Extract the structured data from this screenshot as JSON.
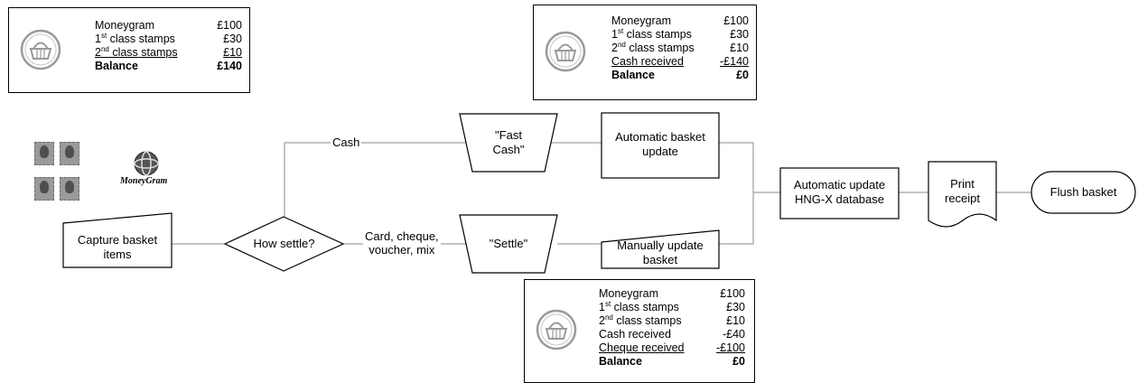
{
  "nodes": {
    "capture": "Capture basket\nitems",
    "decision": "How settle?",
    "fast_cash": "\"Fast\nCash\"",
    "settle": "\"Settle\"",
    "auto_basket": "Automatic basket\nupdate",
    "manual_basket": "Manually update\nbasket",
    "auto_db": "Automatic update\nHNG-X database",
    "print": "Print\nreceipt",
    "flush": "Flush basket"
  },
  "edges": {
    "cash": "Cash",
    "card": "Card, cheque,\nvoucher, mix"
  },
  "logo": {
    "moneygram_text": "MoneyGram"
  },
  "receipts": {
    "initial": {
      "rows": [
        {
          "label": "Moneygram",
          "sup": "",
          "rest": "",
          "amount": "£100",
          "style": ""
        },
        {
          "label": "1",
          "sup": "st",
          "rest": " class stamps",
          "amount": "£30",
          "style": ""
        },
        {
          "label": "2",
          "sup": "nd",
          "rest": " class stamps",
          "amount": "£10",
          "style": "ul"
        },
        {
          "label": "Balance",
          "sup": "",
          "rest": "",
          "amount": "£140",
          "style": "bold"
        }
      ]
    },
    "cash": {
      "rows": [
        {
          "label": "Moneygram",
          "sup": "",
          "rest": "",
          "amount": "£100",
          "style": ""
        },
        {
          "label": "1",
          "sup": "st",
          "rest": " class stamps",
          "amount": "£30",
          "style": ""
        },
        {
          "label": "2",
          "sup": "nd",
          "rest": " class stamps",
          "amount": "£10",
          "style": ""
        },
        {
          "label": "Cash received",
          "sup": "",
          "rest": "",
          "amount": "-£140",
          "style": "ul"
        },
        {
          "label": "Balance",
          "sup": "",
          "rest": "",
          "amount": "£0",
          "style": "bold"
        }
      ]
    },
    "settle": {
      "rows": [
        {
          "label": "Moneygram",
          "sup": "",
          "rest": "",
          "amount": "£100",
          "style": ""
        },
        {
          "label": "1",
          "sup": "st",
          "rest": " class stamps",
          "amount": "£30",
          "style": ""
        },
        {
          "label": "2",
          "sup": "nd",
          "rest": " class stamps",
          "amount": "£10",
          "style": ""
        },
        {
          "label": "Cash received",
          "sup": "",
          "rest": "",
          "amount": "-£40",
          "style": ""
        },
        {
          "label": "Cheque received",
          "sup": "",
          "rest": "",
          "amount": "-£100",
          "style": "ul"
        },
        {
          "label": "Balance",
          "sup": "",
          "rest": "",
          "amount": "£0",
          "style": "bold"
        }
      ]
    }
  }
}
